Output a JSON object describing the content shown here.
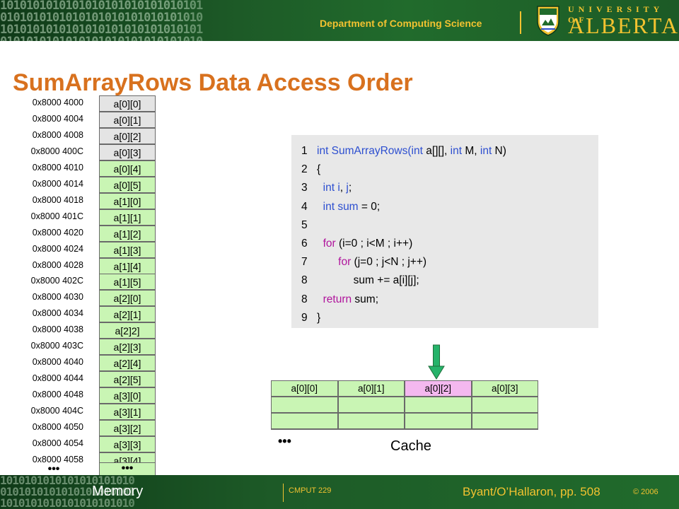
{
  "header": {
    "department": "Department of Computing Science",
    "university_line": "UNIVERSITY OF",
    "university_name": "ALBERTA"
  },
  "title": "SumArrayRows Data Access Order",
  "memory": {
    "rows": [
      {
        "addr": "0x8000 4000",
        "cell": "a[0][0]"
      },
      {
        "addr": "0x8000 4004",
        "cell": "a[0][1]"
      },
      {
        "addr": "0x8000 4008",
        "cell": "a[0][2]"
      },
      {
        "addr": "0x8000 400C",
        "cell": "a[0][3]"
      },
      {
        "addr": "0x8000 4010",
        "cell": "a[0][4]"
      },
      {
        "addr": "0x8000 4014",
        "cell": "a[0][5]"
      },
      {
        "addr": "0x8000 4018",
        "cell": "a[1][0]"
      },
      {
        "addr": "0x8000 401C",
        "cell": "a[1][1]"
      },
      {
        "addr": "0x8000 4020",
        "cell": "a[1][2]"
      },
      {
        "addr": "0x8000 4024",
        "cell": "a[1][3]"
      },
      {
        "addr": "0x8000 4028",
        "cell": "a[1][4]"
      },
      {
        "addr": "0x8000 402C",
        "cell": "a[1][5]"
      },
      {
        "addr": "0x8000 4030",
        "cell": "a[2][0]"
      },
      {
        "addr": "0x8000 4034",
        "cell": "a[2][1]"
      },
      {
        "addr": "0x8000 4038",
        "cell": "a[2]2]"
      },
      {
        "addr": "0x8000 403C",
        "cell": "a[2][3]"
      },
      {
        "addr": "0x8000 4040",
        "cell": "a[2][4]"
      },
      {
        "addr": "0x8000 4044",
        "cell": "a[2][5]"
      },
      {
        "addr": "0x8000 4048",
        "cell": "a[3][0]"
      },
      {
        "addr": "0x8000 404C",
        "cell": "a[3][1]"
      },
      {
        "addr": "0x8000 4050",
        "cell": "a[3][2]"
      },
      {
        "addr": "0x8000 4054",
        "cell": "a[3][3]"
      },
      {
        "addr": "0x8000 4058",
        "cell": "a[3][4]"
      }
    ],
    "ellipsis": "•••",
    "label": "Memory"
  },
  "code": {
    "lines": [
      {
        "num": "1",
        "segments": [
          {
            "t": "int",
            "c": "kw"
          },
          {
            "t": " SumArrayRows(",
            "c": "var"
          },
          {
            "t": "int",
            "c": "kw"
          },
          {
            "t": " a[][], ",
            "c": ""
          },
          {
            "t": "int",
            "c": "kw"
          },
          {
            "t": " M, ",
            "c": ""
          },
          {
            "t": "int",
            "c": "kw"
          },
          {
            "t": " N)",
            "c": ""
          }
        ]
      },
      {
        "num": "2",
        "segments": [
          {
            "t": "{",
            "c": ""
          }
        ]
      },
      {
        "num": "3",
        "segments": [
          {
            "t": "  ",
            "c": ""
          },
          {
            "t": "int",
            "c": "kw"
          },
          {
            "t": " ",
            "c": ""
          },
          {
            "t": "i",
            "c": "var"
          },
          {
            "t": ", ",
            "c": ""
          },
          {
            "t": "j",
            "c": "var"
          },
          {
            "t": ";",
            "c": ""
          }
        ]
      },
      {
        "num": "4",
        "segments": [
          {
            "t": "  ",
            "c": ""
          },
          {
            "t": "int",
            "c": "kw"
          },
          {
            "t": " ",
            "c": ""
          },
          {
            "t": "sum",
            "c": "var"
          },
          {
            "t": " = 0;",
            "c": ""
          }
        ]
      },
      {
        "num": "5",
        "segments": []
      },
      {
        "num": "6",
        "segments": [
          {
            "t": "  ",
            "c": ""
          },
          {
            "t": "for",
            "c": "ctl"
          },
          {
            "t": " (i=0 ; i<M ; i++)",
            "c": ""
          }
        ]
      },
      {
        "num": "7",
        "segments": [
          {
            "t": "       ",
            "c": ""
          },
          {
            "t": "for",
            "c": "ctl"
          },
          {
            "t": " (j=0 ; j<N ; j++)",
            "c": ""
          }
        ]
      },
      {
        "num": "8",
        "segments": [
          {
            "t": "            sum += a[i][j];",
            "c": ""
          }
        ]
      },
      {
        "num": "8",
        "segments": [
          {
            "t": "  ",
            "c": ""
          },
          {
            "t": "return",
            "c": "ctl"
          },
          {
            "t": " sum;",
            "c": ""
          }
        ]
      },
      {
        "num": "9",
        "segments": [
          {
            "t": "}",
            "c": ""
          }
        ]
      }
    ]
  },
  "cache": {
    "header_cells": [
      "a[0][0]",
      "a[0][1]",
      "a[0][2]",
      "a[0][3]"
    ],
    "highlight_index": 2,
    "ellipsis": "•••",
    "label": "Cache"
  },
  "footer": {
    "course": "CMPUT 229",
    "reference": "Byant/O’Hallaron, pp. 508",
    "copyright": "© 2006"
  },
  "colors": {
    "title": "#d8711e",
    "band": "#1d5a27",
    "gold": "#f2c230",
    "cell_green": "#c9f5b4",
    "cell_gray": "#e4e4e4",
    "cell_pink": "#f4b8ef",
    "arrow": "#26b36a"
  }
}
